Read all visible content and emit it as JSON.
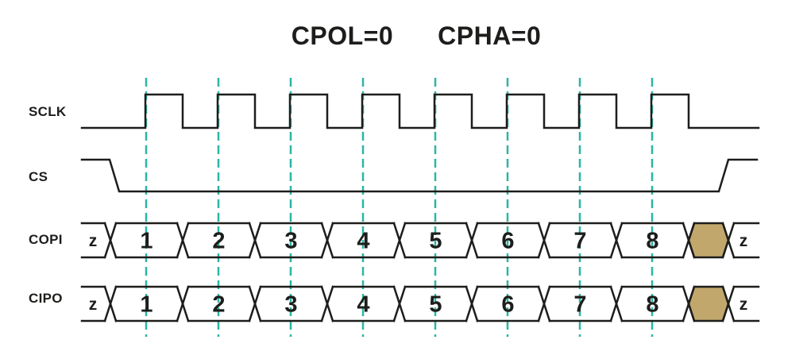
{
  "title": {
    "cpol_label": "CPOL=0",
    "cpha_label": "CPHA=0"
  },
  "signals": [
    {
      "id": "sclk",
      "label": "SCLK",
      "type": "clock",
      "pulses": 8,
      "idle_level": "low"
    },
    {
      "id": "cs",
      "label": "CS",
      "type": "select",
      "active": "low"
    },
    {
      "id": "copi",
      "label": "COPI",
      "type": "bus",
      "idle_start": "z",
      "bits": [
        "1",
        "2",
        "3",
        "4",
        "5",
        "6",
        "7",
        "8"
      ],
      "undefined_slot": true,
      "idle_end": "z"
    },
    {
      "id": "cipo",
      "label": "CIPO",
      "type": "bus",
      "idle_start": "z",
      "bits": [
        "1",
        "2",
        "3",
        "4",
        "5",
        "6",
        "7",
        "8"
      ],
      "undefined_slot": true,
      "idle_end": "z"
    }
  ],
  "gridlines": {
    "count": 8,
    "aligned_to": "sclk-rising-edges"
  },
  "colors": {
    "line": "#1d1d1b",
    "text": "#1d1d1b",
    "gridline": "#2ab6a5",
    "undefined_fill": "#c2a76d",
    "background": "#ffffff"
  }
}
